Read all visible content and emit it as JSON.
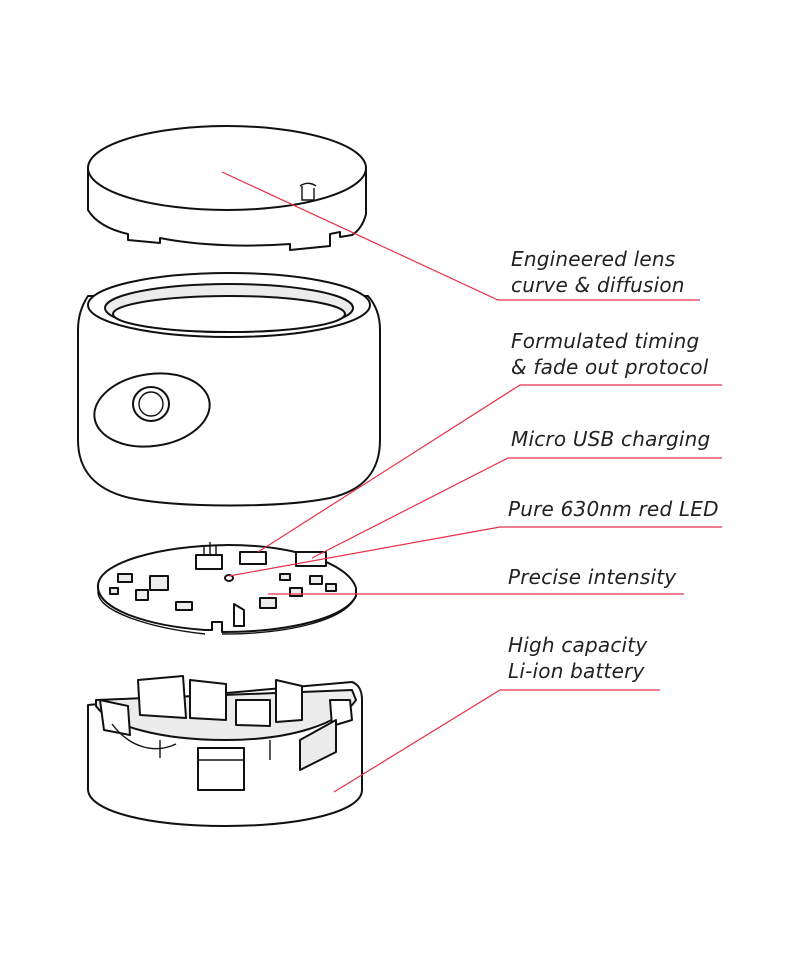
{
  "diagram": {
    "parts": [
      "lens-cap",
      "housing",
      "circuit-board",
      "battery-base"
    ],
    "accent_color": "#e8304a",
    "callouts": [
      {
        "id": "lens",
        "lines": [
          "Engineered lens",
          "curve & diffusion"
        ]
      },
      {
        "id": "timing",
        "lines": [
          "Formulated timing",
          "& fade out protocol"
        ]
      },
      {
        "id": "usb",
        "lines": [
          "Micro USB charging"
        ]
      },
      {
        "id": "led",
        "lines": [
          "Pure 630nm red LED"
        ]
      },
      {
        "id": "intensity",
        "lines": [
          "Precise intensity"
        ]
      },
      {
        "id": "battery",
        "lines": [
          "High capacity",
          "Li-ion battery"
        ]
      }
    ]
  }
}
